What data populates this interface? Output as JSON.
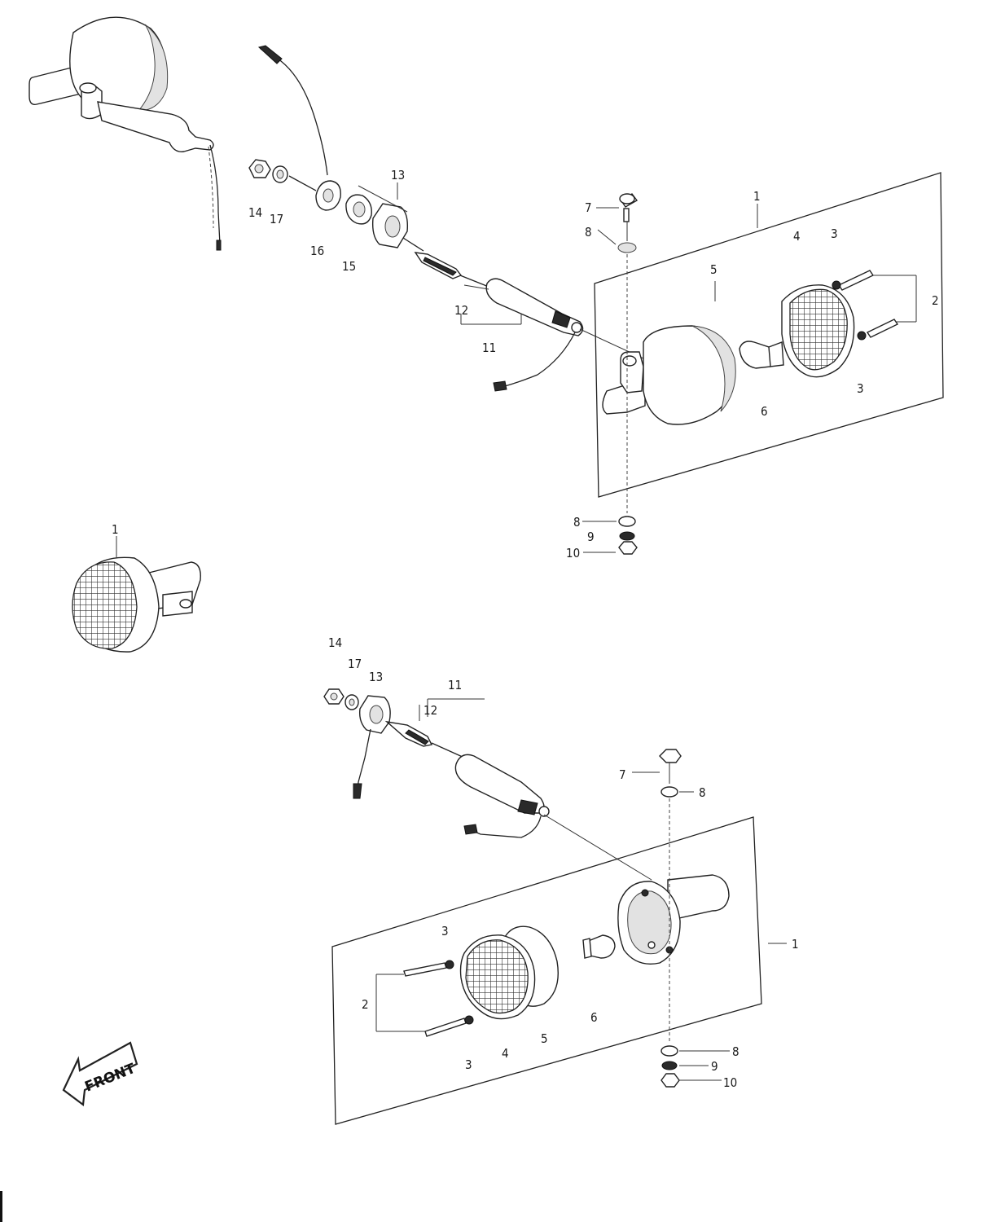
{
  "labels": {
    "upper_1": "1",
    "upper_2": "2",
    "upper_3a": "3",
    "upper_3b": "3",
    "upper_4": "4",
    "upper_5": "5",
    "upper_6": "6",
    "upper_7": "7",
    "upper_8a": "8",
    "upper_8b": "8",
    "upper_9": "9",
    "upper_10": "10",
    "upper_11": "11",
    "upper_12": "12",
    "upper_13": "13",
    "upper_14": "14",
    "upper_15": "15",
    "upper_16": "16",
    "upper_17": "17",
    "side_1": "1",
    "lower_1": "1",
    "lower_2": "2",
    "lower_3a": "3",
    "lower_3b": "3",
    "lower_4": "4",
    "lower_5": "5",
    "lower_6": "6",
    "lower_7": "7",
    "lower_8a": "8",
    "lower_8b": "8",
    "lower_9": "9",
    "lower_10": "10",
    "lower_11": "11",
    "lower_12": "12",
    "lower_13": "13",
    "lower_14": "14",
    "lower_17": "17"
  },
  "front_arrow": {
    "text": "FRONT"
  }
}
